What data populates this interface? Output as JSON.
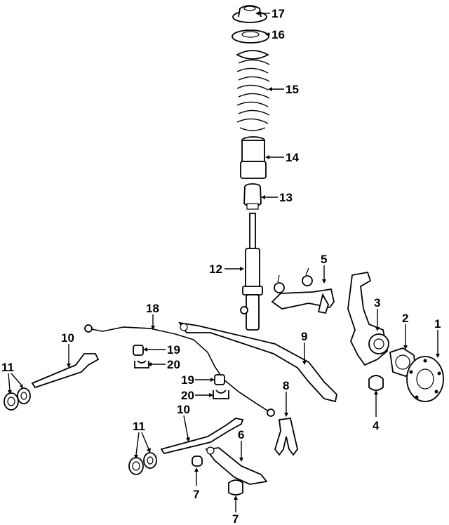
{
  "diagram": {
    "callouts": [
      {
        "id": "c17",
        "label": "17"
      },
      {
        "id": "c16",
        "label": "16"
      },
      {
        "id": "c15",
        "label": "15"
      },
      {
        "id": "c14",
        "label": "14"
      },
      {
        "id": "c13",
        "label": "13"
      },
      {
        "id": "c12",
        "label": "12"
      },
      {
        "id": "c5",
        "label": "5"
      },
      {
        "id": "c3",
        "label": "3"
      },
      {
        "id": "c2",
        "label": "2"
      },
      {
        "id": "c1",
        "label": "1"
      },
      {
        "id": "c18",
        "label": "18"
      },
      {
        "id": "c10a",
        "label": "10"
      },
      {
        "id": "c19a",
        "label": "19"
      },
      {
        "id": "c20a",
        "label": "20"
      },
      {
        "id": "c9",
        "label": "9"
      },
      {
        "id": "c11a",
        "label": "11"
      },
      {
        "id": "c19b",
        "label": "19"
      },
      {
        "id": "c20b",
        "label": "20"
      },
      {
        "id": "c8",
        "label": "8"
      },
      {
        "id": "c4",
        "label": "4"
      },
      {
        "id": "c10b",
        "label": "10"
      },
      {
        "id": "c11b",
        "label": "11"
      },
      {
        "id": "c6",
        "label": "6"
      },
      {
        "id": "c7a",
        "label": "7"
      },
      {
        "id": "c7b",
        "label": "7"
      }
    ],
    "colors": {
      "ink": "#000000",
      "paper": "#ffffff"
    }
  }
}
